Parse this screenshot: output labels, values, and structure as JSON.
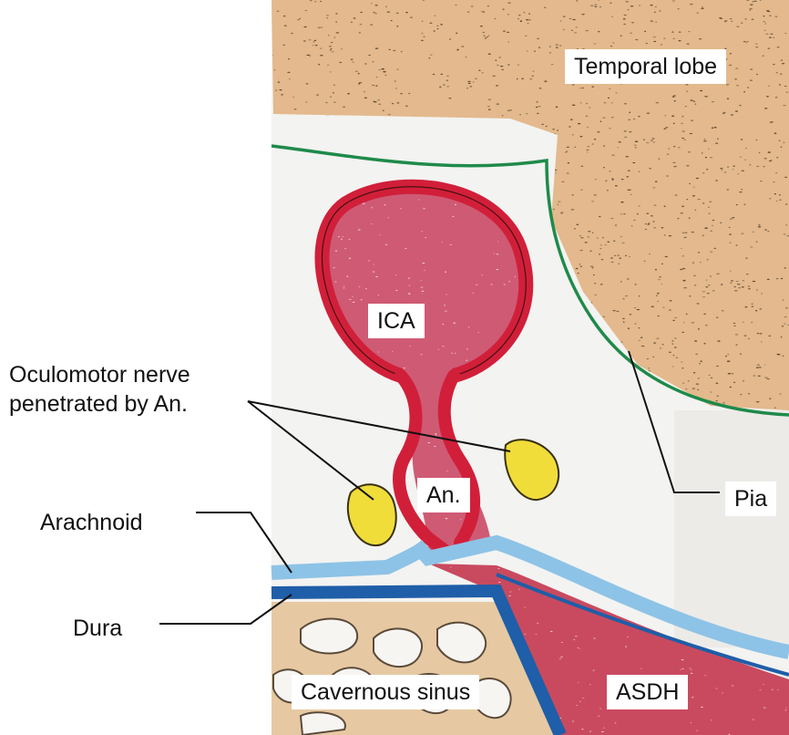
{
  "labels": {
    "temporal_lobe": "Temporal lobe",
    "ica": "ICA",
    "oculomotor_line1": "Oculomotor nerve",
    "oculomotor_line2": "penetrated by An.",
    "aneurysm": "An.",
    "pia": "Pia",
    "arachnoid": "Arachnoid",
    "dura": "Dura",
    "cavernous_sinus": "Cavernous sinus",
    "asdh": "ASDH"
  },
  "colors": {
    "brain": "#e3b98d",
    "brain_dots": "#3a2a1a",
    "csf_space": "#f4f3f1",
    "pia": "#1f8a4a",
    "artery_wall": "#d11f3a",
    "blood": "#cf5a74",
    "oculomotor_nerve": "#f0dd3a",
    "arachnoid": "#8dc3e6",
    "dura": "#1f5ea8",
    "sinus_tissue": "#e6c9a2",
    "asdh": "#c94a5f"
  }
}
